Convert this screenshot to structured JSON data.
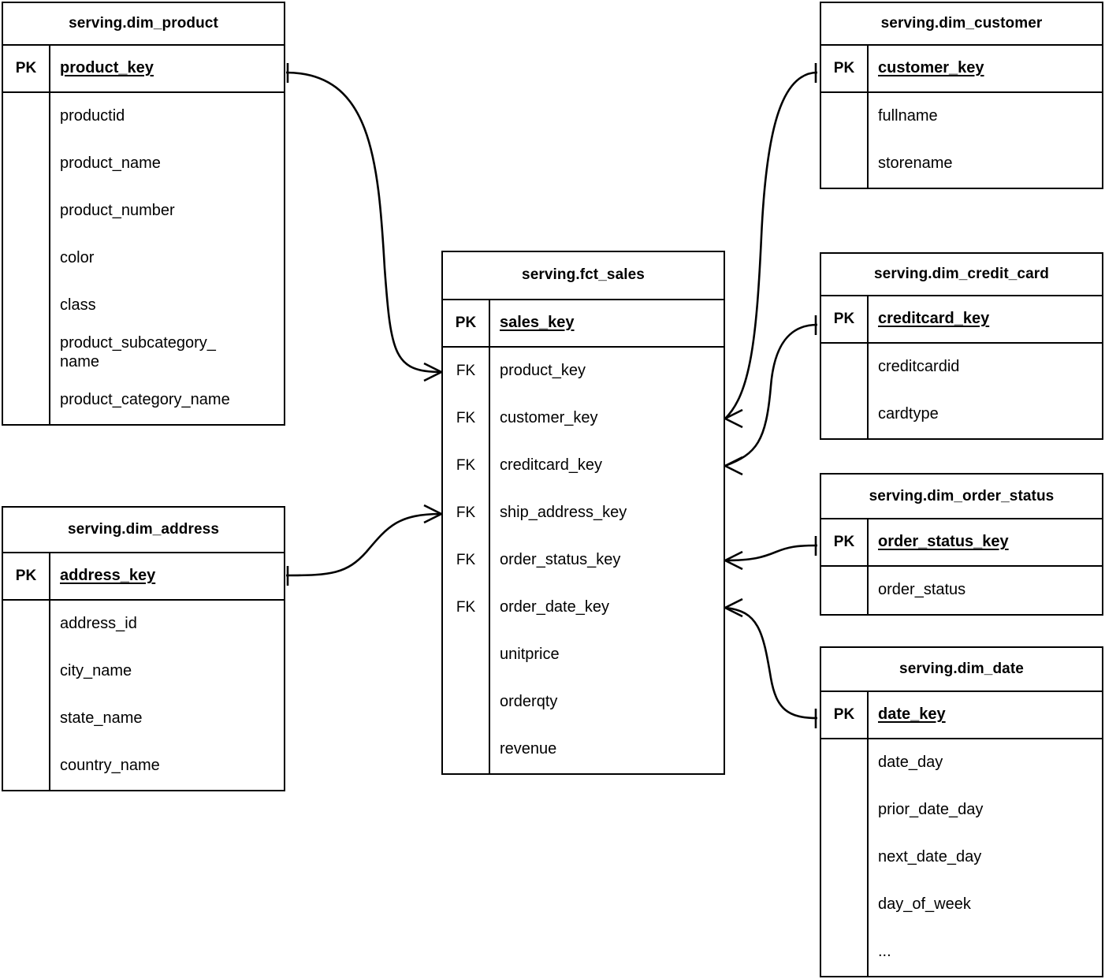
{
  "diagram": {
    "kind": "entity-relationship-diagram",
    "notation": "crow's foot",
    "background_color": "#ffffff",
    "line_color": "#000000"
  },
  "entities": [
    {
      "id": "dim_product",
      "title": "serving.dim_product",
      "pk": {
        "key_label": "PK",
        "name": "product_key"
      },
      "attributes": [
        {
          "key_label": "",
          "name": "productid"
        },
        {
          "key_label": "",
          "name": "product_name"
        },
        {
          "key_label": "",
          "name": "product_number"
        },
        {
          "key_label": "",
          "name": "color"
        },
        {
          "key_label": "",
          "name": "class"
        },
        {
          "key_label": "",
          "name": "product_subcategory_\nname"
        },
        {
          "key_label": "",
          "name": "product_category_name"
        }
      ]
    },
    {
      "id": "dim_address",
      "title": "serving.dim_address",
      "pk": {
        "key_label": "PK",
        "name": "address_key"
      },
      "attributes": [
        {
          "key_label": "",
          "name": "address_id"
        },
        {
          "key_label": "",
          "name": "city_name"
        },
        {
          "key_label": "",
          "name": "state_name"
        },
        {
          "key_label": "",
          "name": "country_name"
        }
      ]
    },
    {
      "id": "fct_sales",
      "title": "serving.fct_sales",
      "pk": {
        "key_label": "PK",
        "name": "sales_key"
      },
      "attributes": [
        {
          "key_label": "FK",
          "name": "product_key"
        },
        {
          "key_label": "FK",
          "name": "customer_key"
        },
        {
          "key_label": "FK",
          "name": "creditcard_key"
        },
        {
          "key_label": "FK",
          "name": "ship_address_key"
        },
        {
          "key_label": "FK",
          "name": "order_status_key"
        },
        {
          "key_label": "FK",
          "name": "order_date_key"
        },
        {
          "key_label": "",
          "name": "unitprice"
        },
        {
          "key_label": "",
          "name": "orderqty"
        },
        {
          "key_label": "",
          "name": "revenue"
        }
      ]
    },
    {
      "id": "dim_customer",
      "title": "serving.dim_customer",
      "pk": {
        "key_label": "PK",
        "name": "customer_key"
      },
      "attributes": [
        {
          "key_label": "",
          "name": "fullname"
        },
        {
          "key_label": "",
          "name": "storename"
        }
      ]
    },
    {
      "id": "dim_credit_card",
      "title": "serving.dim_credit_card",
      "pk": {
        "key_label": "PK",
        "name": "creditcard_key"
      },
      "attributes": [
        {
          "key_label": "",
          "name": "creditcardid"
        },
        {
          "key_label": "",
          "name": "cardtype"
        }
      ]
    },
    {
      "id": "dim_order_status",
      "title": "serving.dim_order_status",
      "pk": {
        "key_label": "PK",
        "name": "order_status_key"
      },
      "attributes": [
        {
          "key_label": "",
          "name": "order_status"
        }
      ]
    },
    {
      "id": "dim_date",
      "title": "serving.dim_date",
      "pk": {
        "key_label": "PK",
        "name": "date_key"
      },
      "attributes": [
        {
          "key_label": "",
          "name": "date_day"
        },
        {
          "key_label": "",
          "name": "prior_date_day"
        },
        {
          "key_label": "",
          "name": "next_date_day"
        },
        {
          "key_label": "",
          "name": "day_of_week"
        },
        {
          "key_label": "",
          "name": "..."
        }
      ]
    }
  ],
  "relationships": [
    {
      "id": "rel-product-sales",
      "from_entity": "dim_product",
      "from_field": "product_key",
      "to_entity": "fct_sales",
      "to_field": "product_key",
      "from_cardinality": "one",
      "to_cardinality": "many"
    },
    {
      "id": "rel-address-sales",
      "from_entity": "dim_address",
      "from_field": "address_key",
      "to_entity": "fct_sales",
      "to_field": "ship_address_key",
      "from_cardinality": "one",
      "to_cardinality": "many"
    },
    {
      "id": "rel-customer-sales",
      "from_entity": "dim_customer",
      "from_field": "customer_key",
      "to_entity": "fct_sales",
      "to_field": "customer_key",
      "from_cardinality": "one",
      "to_cardinality": "many"
    },
    {
      "id": "rel-creditcard-sales",
      "from_entity": "dim_credit_card",
      "from_field": "creditcard_key",
      "to_entity": "fct_sales",
      "to_field": "creditcard_key",
      "from_cardinality": "one",
      "to_cardinality": "many"
    },
    {
      "id": "rel-orderstatus-sales",
      "from_entity": "dim_order_status",
      "from_field": "order_status_key",
      "to_entity": "fct_sales",
      "to_field": "order_status_key",
      "from_cardinality": "one",
      "to_cardinality": "many"
    },
    {
      "id": "rel-date-sales",
      "from_entity": "dim_date",
      "from_field": "date_key",
      "to_entity": "fct_sales",
      "to_field": "order_date_key",
      "from_cardinality": "one",
      "to_cardinality": "many"
    }
  ]
}
